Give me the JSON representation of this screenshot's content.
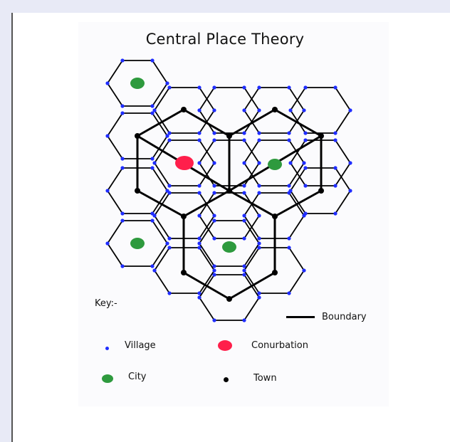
{
  "title": "Central Place Theory",
  "key": {
    "heading": "Key:-",
    "boundary": "Boundary",
    "village": "Village",
    "conurbation": "Conurbation",
    "city": "City",
    "town": "Town"
  },
  "colors": {
    "village": "#1f2dff",
    "city": "#2e9a3e",
    "conurbation": "#ff1f4b",
    "town": "#000000"
  }
}
